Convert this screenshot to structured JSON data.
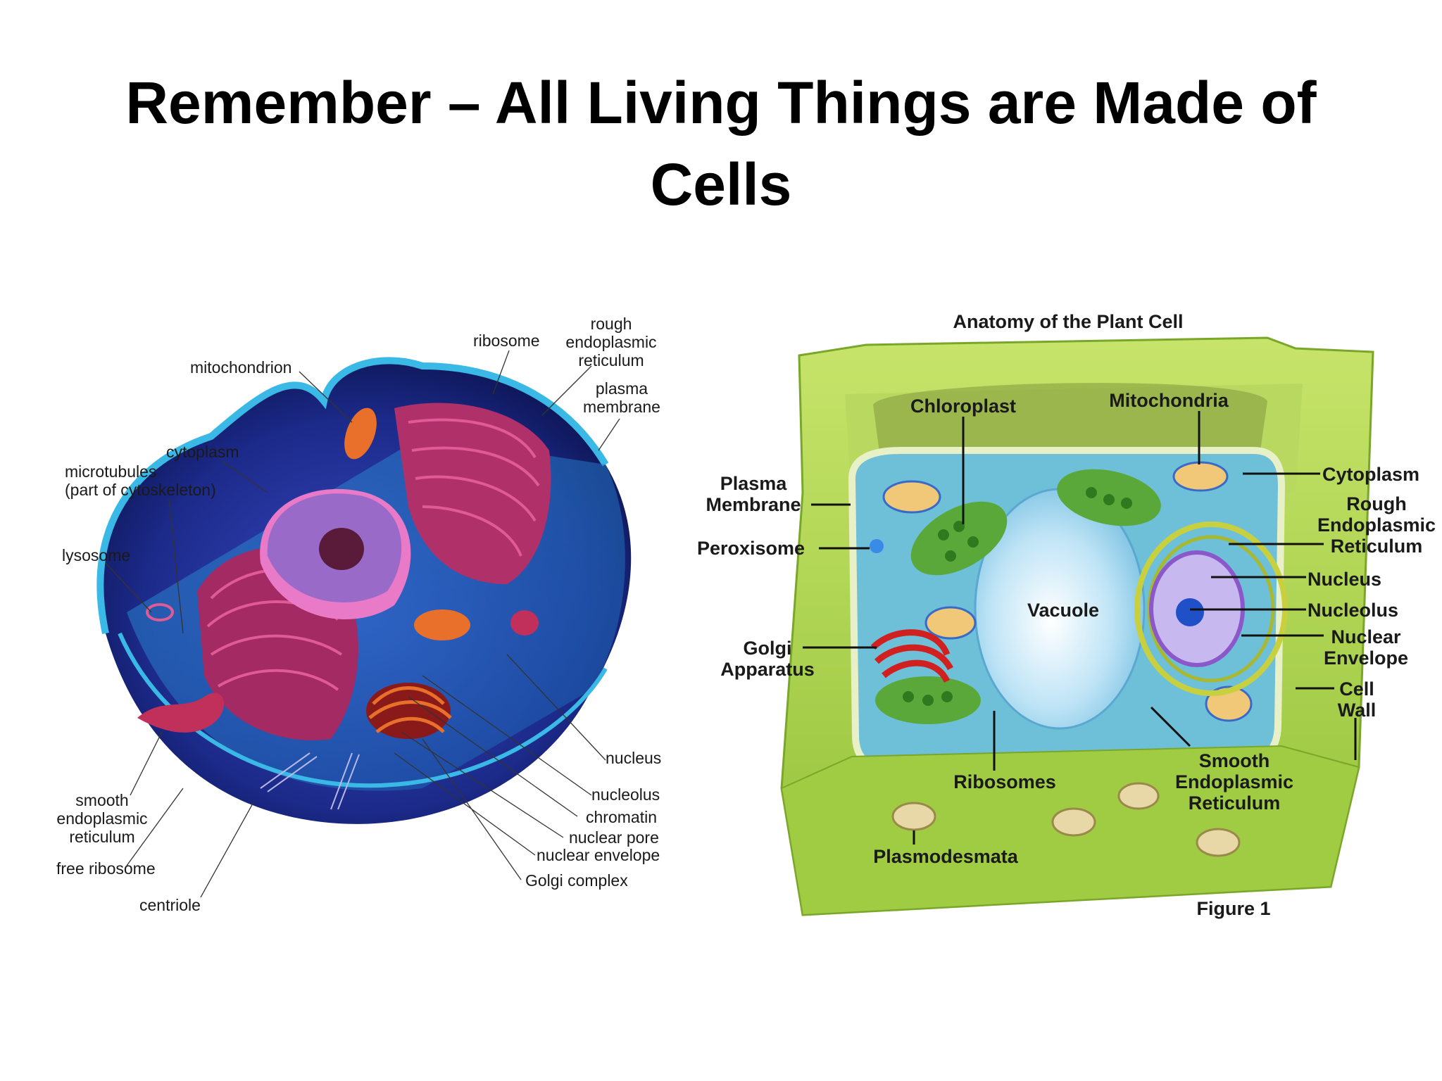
{
  "slide": {
    "title_line1": "Remember – All Living Things are Made of",
    "title_line2": "Cells"
  },
  "animal_cell": {
    "labels": {
      "ribosome": "ribosome",
      "rough_er": [
        "rough",
        "endoplasmic",
        "reticulum"
      ],
      "mitochondrion": "mitochondrion",
      "plasma_membrane": [
        "plasma",
        "membrane"
      ],
      "cytoplasm": "cytoplasm",
      "microtubules": [
        "microtubules",
        "(part of cytoskeleton)"
      ],
      "lysosome": "lysosome",
      "nucleus": "nucleus",
      "nucleolus": "nucleolus",
      "chromatin": "chromatin",
      "nuclear_pore": "nuclear pore",
      "nuclear_envelope": "nuclear envelope",
      "golgi_complex": "Golgi complex",
      "smooth_er": [
        "smooth",
        "endoplasmic",
        "reticulum"
      ],
      "free_ribosome": "free ribosome",
      "centriole": "centriole"
    },
    "colors": {
      "cell_body": "#1c2a8a",
      "membrane": "#3ab8e6",
      "er": "#b0306a",
      "nucleus": "#9a6ac8"
    }
  },
  "plant_cell": {
    "title": "Anatomy of the Plant Cell",
    "figure_caption": "Figure 1",
    "labels": {
      "chloroplast": "Chloroplast",
      "mitochondria": "Mitochondria",
      "plasma_membrane": [
        "Plasma",
        "Membrane"
      ],
      "cytoplasm": "Cytoplasm",
      "rough_er": [
        "Rough",
        "Endoplasmic",
        "Reticulum"
      ],
      "peroxisome": "Peroxisome",
      "nucleus": "Nucleus",
      "vacuole": "Vacuole",
      "nucleolus": "Nucleolus",
      "nuclear_envelope": [
        "Nuclear",
        "Envelope"
      ],
      "golgi": [
        "Golgi",
        "Apparatus"
      ],
      "cell_wall": [
        "Cell",
        "Wall"
      ],
      "ribosomes": "Ribosomes",
      "smooth_er": [
        "Smooth",
        "Endoplasmic",
        "Reticulum"
      ],
      "plasmodesmata": "Plasmodesmata"
    },
    "colors": {
      "wall": "#a8d44a",
      "cytoplasm": "#6ec0d8",
      "vacuole": "#c8e8f8",
      "chloroplast": "#5aa83a"
    }
  }
}
